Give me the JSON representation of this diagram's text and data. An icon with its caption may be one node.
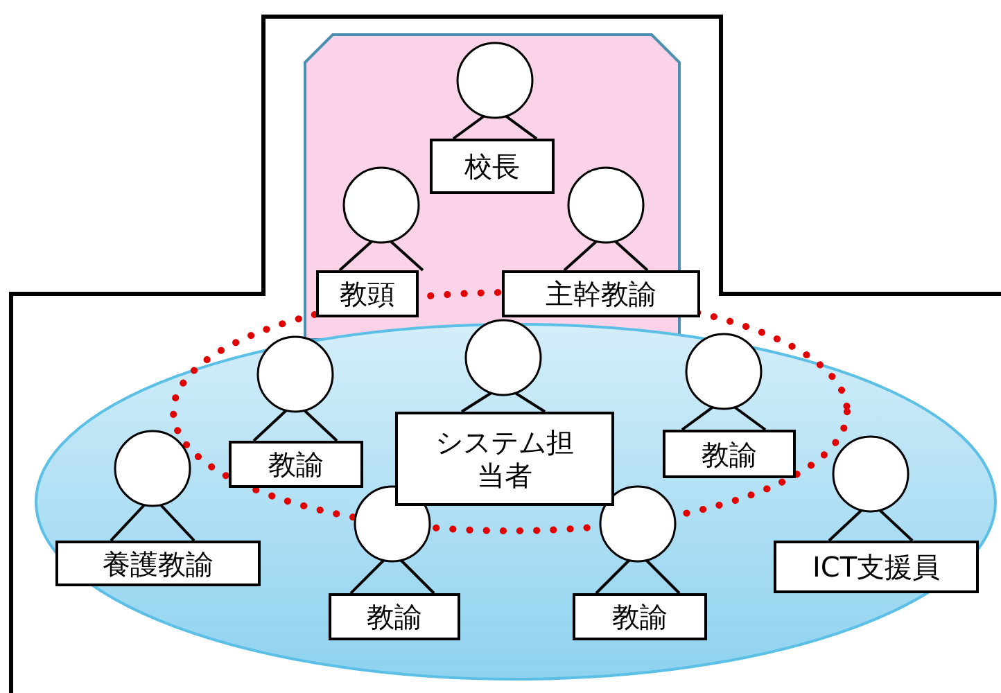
{
  "diagram": {
    "nodes": [
      {
        "text": [
          "校長"
        ]
      },
      {
        "text": [
          "教頭"
        ]
      },
      {
        "text": [
          "主幹教諭"
        ]
      },
      {
        "text": [
          "教諭"
        ]
      },
      {
        "text": [
          "システム担当者"
        ]
      },
      {
        "text": [
          "教諭"
        ]
      },
      {
        "text": [
          "養護教諭"
        ]
      },
      {
        "text": [
          "教諭"
        ]
      },
      {
        "text": [
          "教諭"
        ]
      },
      {
        "text": [
          "ICT支援員"
        ]
      }
    ]
  }
}
